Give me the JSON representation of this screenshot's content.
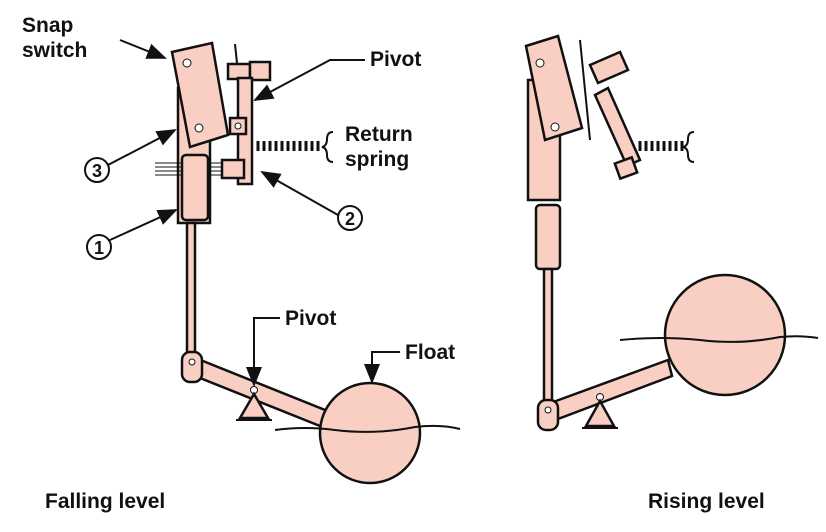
{
  "labels": {
    "snap_switch_line1": "Snap",
    "snap_switch_line2": "switch",
    "pivot_top": "Pivot",
    "return_spring_line1": "Return",
    "return_spring_line2": "spring",
    "pivot_bottom": "Pivot",
    "float": "Float",
    "falling_level": "Falling level",
    "rising_level": "Rising level"
  },
  "callouts": [
    "1",
    "2",
    "3"
  ],
  "colors": {
    "part_fill": "#f9cfc4",
    "outline": "#111111"
  }
}
